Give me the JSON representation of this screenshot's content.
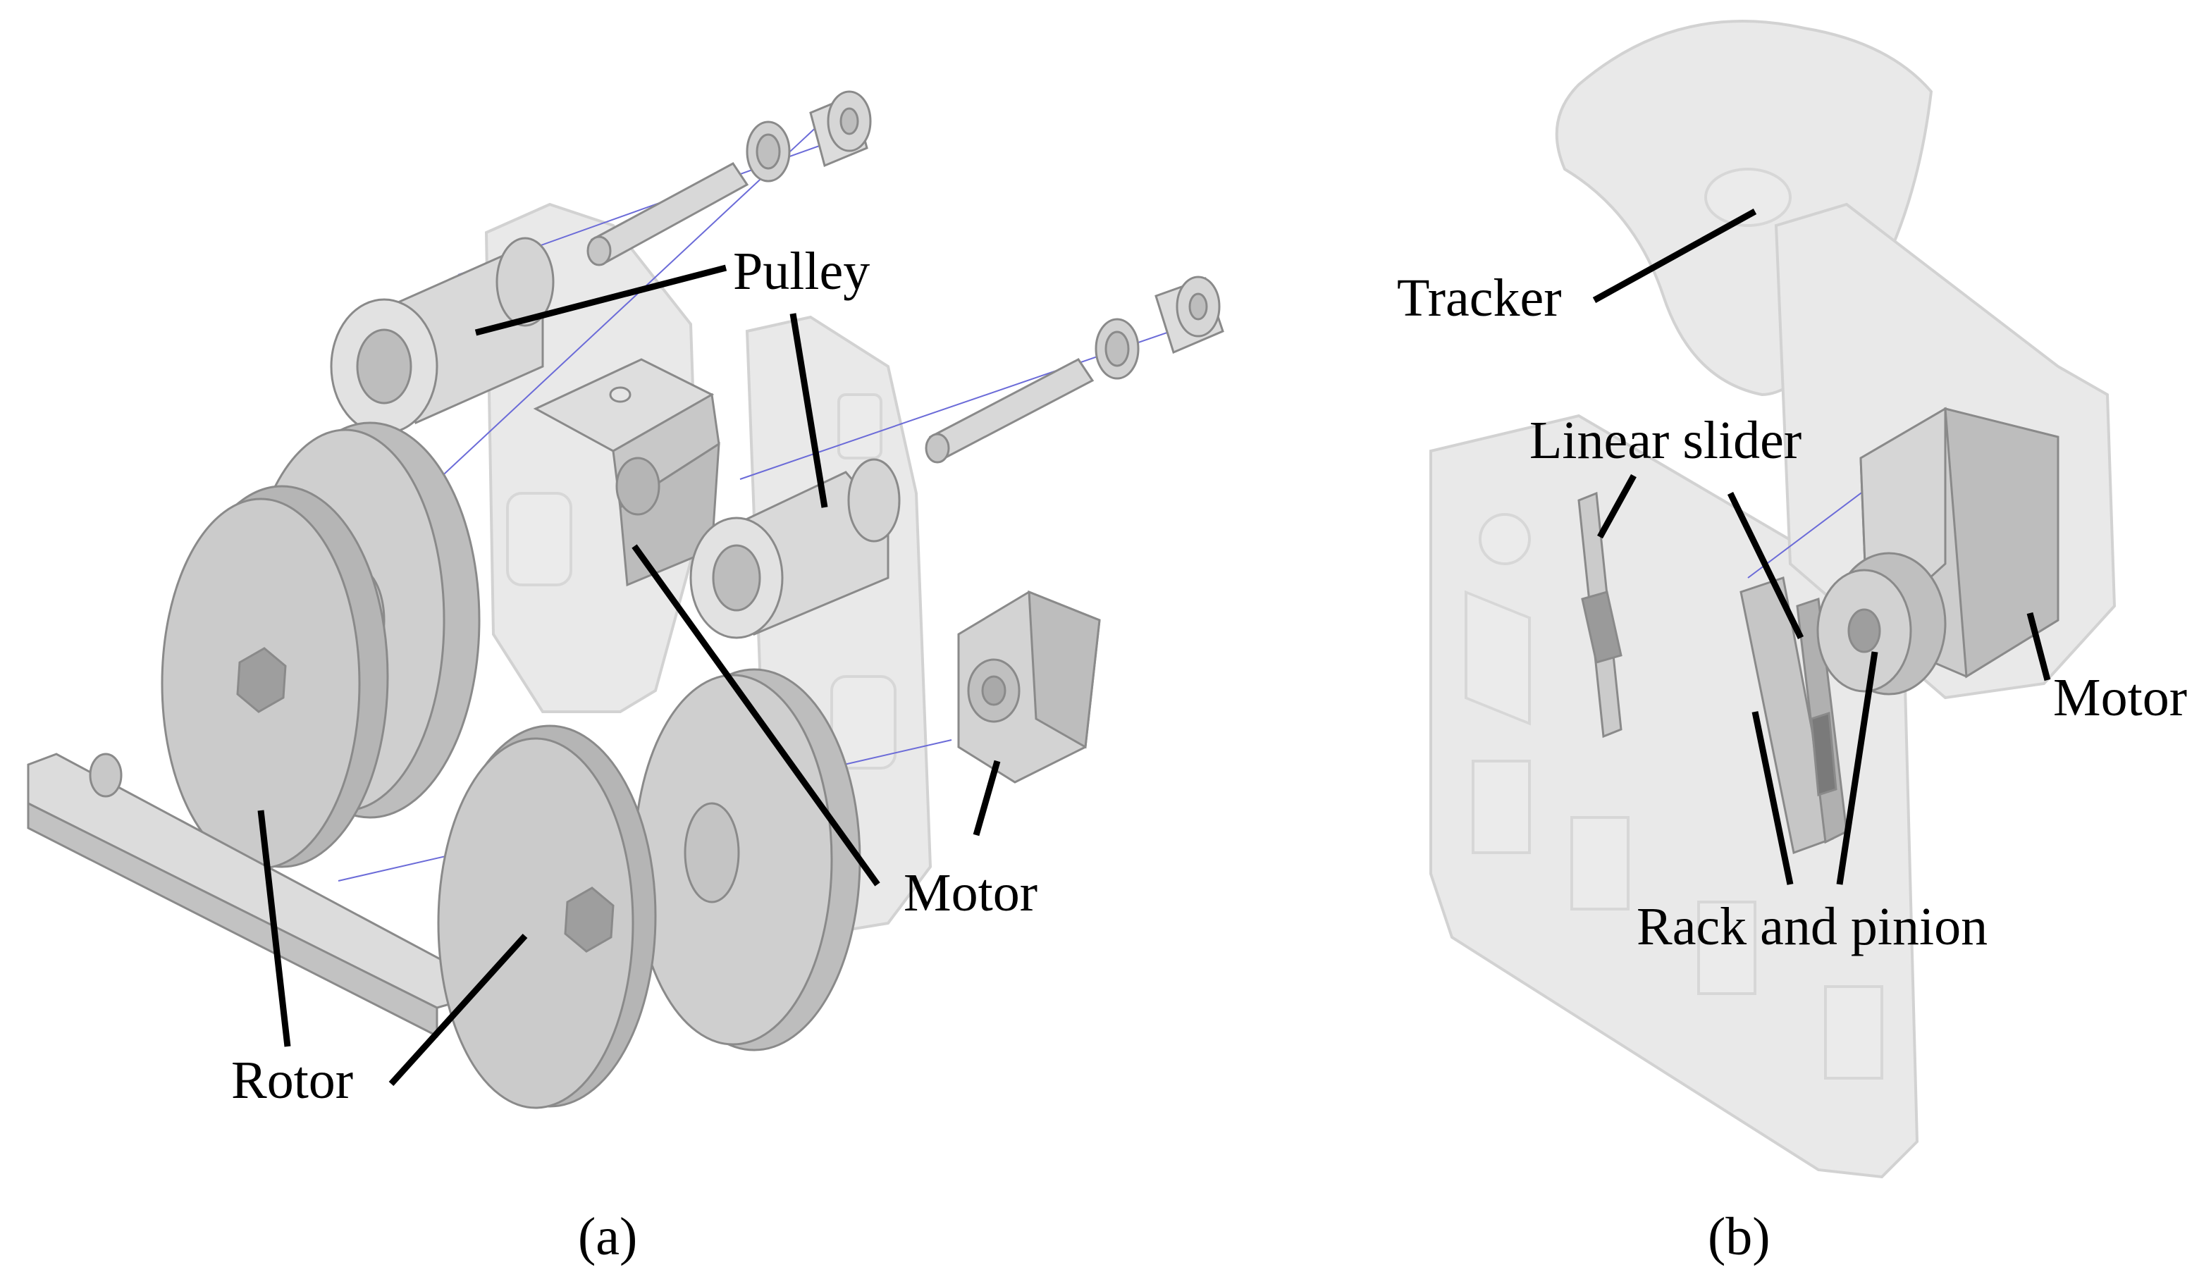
{
  "panel_a": {
    "labels": {
      "pulley": "Pulley",
      "motor": "Motor",
      "rotor": "Rotor"
    },
    "caption": "(a)"
  },
  "panel_b": {
    "labels": {
      "tracker": "Tracker",
      "linear_slider": "Linear slider",
      "motor": "Motor",
      "rack_and_pinion": "Rack and pinion"
    },
    "caption": "(b)"
  },
  "colors": {
    "part_fill": "#cfcfcf",
    "part_dark": "#a8a8a8",
    "ghost_fill": "#e9e9e9",
    "axis_line": "#6b6bd8",
    "text": "#000000"
  }
}
